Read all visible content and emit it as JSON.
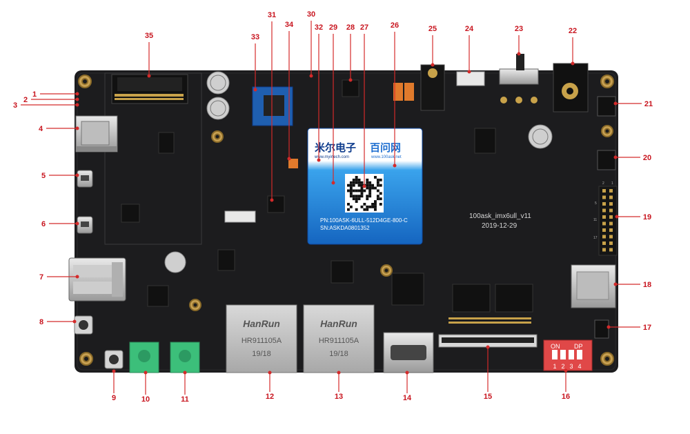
{
  "board": {
    "name_text": "100ask_imx6ull_v11",
    "date_text": "2019-12-29",
    "som": {
      "brand_cn": "米尔电子",
      "brand_url": "www.myirtech.com",
      "brand2_cn": "百问网",
      "brand2_url": "www.100ask.net",
      "pn": "PN:100ASK-6ULL-512D4GE-800-C",
      "sn": "SN:ASKDA0801352"
    },
    "rj45": [
      {
        "brand": "HanRun",
        "model": "HR911105A",
        "code": "19/18"
      },
      {
        "brand": "HanRun",
        "model": "HR911105A",
        "code": "19/18"
      }
    ],
    "dip_switch": {
      "on": "ON",
      "dp": "DP",
      "positions": [
        "1",
        "2",
        "3",
        "4"
      ]
    },
    "header_pins": [
      "2",
      "1",
      "5",
      "11",
      "17"
    ]
  },
  "callouts": [
    "1",
    "2",
    "3",
    "4",
    "5",
    "6",
    "7",
    "8",
    "9",
    "10",
    "11",
    "12",
    "13",
    "14",
    "15",
    "16",
    "17",
    "18",
    "19",
    "20",
    "21",
    "22",
    "23",
    "24",
    "25",
    "26",
    "27",
    "28",
    "29",
    "30",
    "31",
    "32",
    "33",
    "34",
    "35"
  ],
  "colors": {
    "pcb": "#1b1b1d",
    "callout": "#d42a2a",
    "som_blue": "#1f8fe0",
    "copper": "#c8a24a",
    "terminal_green": "#3cbf7a",
    "dip_red": "#e04848"
  }
}
